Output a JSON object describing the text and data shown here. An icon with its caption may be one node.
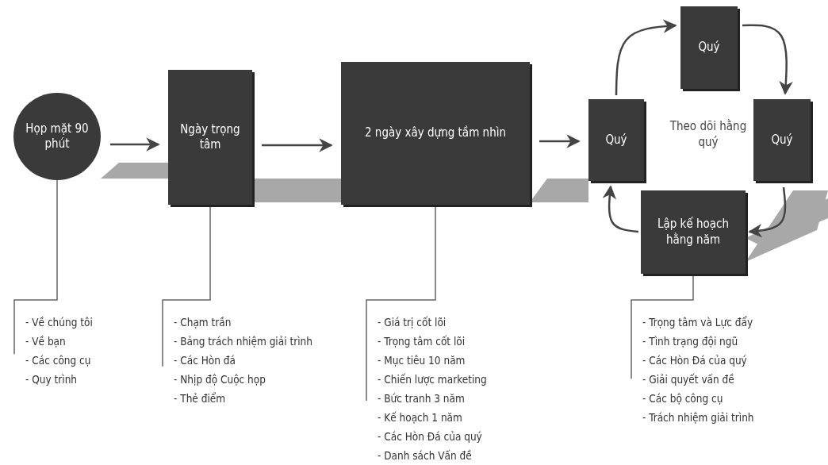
{
  "diagram": {
    "nodes": [
      {
        "text": [
          "Họp mặt 90 phút"
        ]
      },
      {
        "text": [
          "Ngày trọng tâm"
        ]
      },
      {
        "text": [
          "2 ngày xây dựng tầm nhìn"
        ]
      },
      {
        "text": [
          "Quý"
        ]
      },
      {
        "text": [
          "Quý"
        ]
      },
      {
        "text": [
          "Quý"
        ]
      },
      {
        "text": [
          "Lập kế hoạch hằng năm"
        ]
      },
      {
        "text": [
          "- Về chúng tôi",
          "- Về bạn",
          "- Các công cụ",
          "- Quy trình"
        ]
      },
      {
        "text": [
          "- Chạm trần",
          "- Bảng trách nhiệm giải trình",
          "- Các Hòn đá",
          "- Nhịp độ Cuộc họp",
          "- Thẻ điểm"
        ]
      },
      {
        "text": [
          "- Giá trị cốt lõi",
          "- Trọng tâm cốt lõi",
          "- Mục tiêu 10 năm",
          "- Chiến lược marketing",
          "- Bức tranh 3 năm",
          "- Kế hoạch 1 năm",
          "- Các Hòn Đá của quý",
          "- Danh sách Vấn đề"
        ]
      },
      {
        "text": [
          "- Trọng tâm và Lực đẩy",
          "- Tình trạng đội ngũ",
          "- Các Hòn Đá của quý",
          "- Giải quyết vấn đề",
          "- Các bộ công cụ",
          "- Trách nhiệm giải trình"
        ]
      }
    ],
    "edges": [
      {
        "from": 0,
        "to": 1,
        "arrow": "to"
      },
      {
        "from": 1,
        "to": 2,
        "arrow": "to"
      },
      {
        "from": 2,
        "to": 3,
        "arrow": "to"
      },
      {
        "from": 3,
        "to": 4,
        "arrow": "to"
      },
      {
        "from": 4,
        "to": 5,
        "arrow": "to"
      },
      {
        "from": 5,
        "to": 6,
        "arrow": "to"
      },
      {
        "from": 6,
        "to": 3,
        "arrow": "to"
      },
      {
        "from": 0,
        "to": 7,
        "arrow": "none"
      },
      {
        "from": 1,
        "to": 8,
        "arrow": "none"
      },
      {
        "from": 2,
        "to": 9,
        "arrow": "none"
      },
      {
        "from": 6,
        "to": 10,
        "arrow": "none"
      }
    ],
    "labels": [
      "Theo dõi hằng quý"
    ]
  }
}
